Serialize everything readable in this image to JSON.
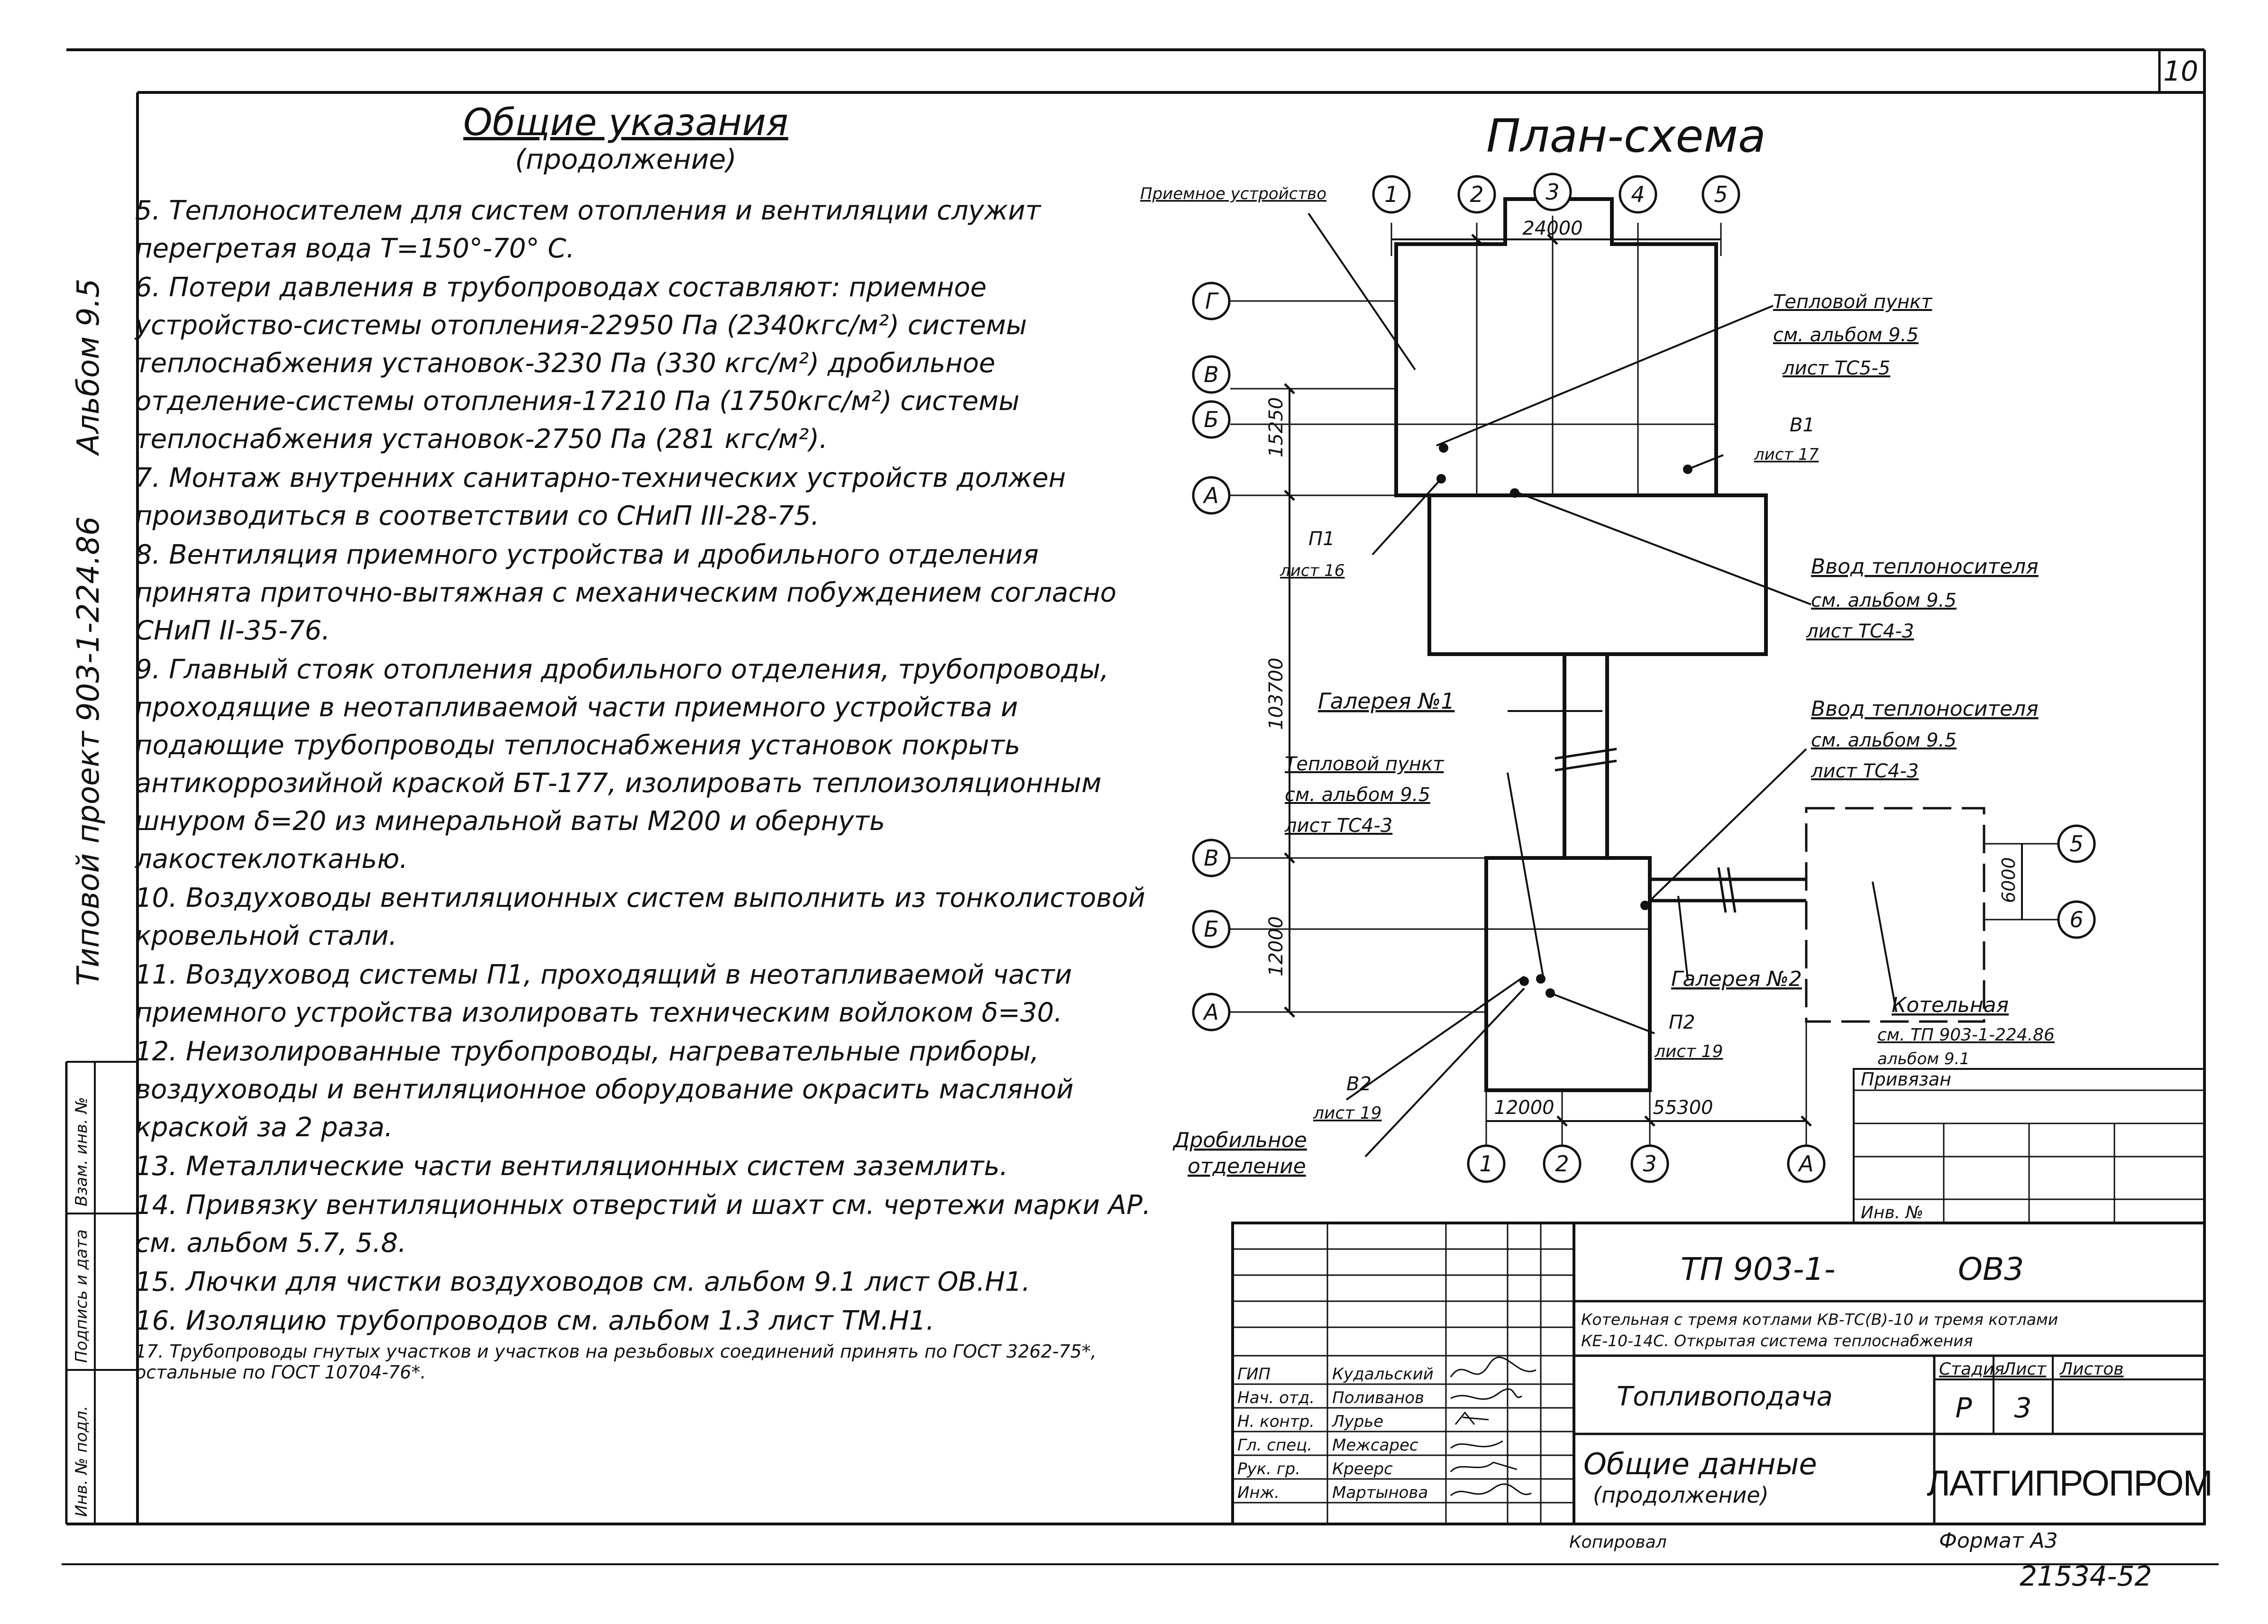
{
  "sheet": {
    "number": "10",
    "side_title": {
      "project": "Типовой проект 903-1-224.86",
      "album": "Альбом 9.5"
    },
    "stamp_cells": [
      "Инв. № подл.",
      "Подпись и дата",
      "Взам. инв. №"
    ]
  },
  "notes": {
    "title": "Общие указания",
    "subtitle": "(продолжение)",
    "items": [
      "5. Теплоносителем для систем отопления и вентиляции служит перегретая вода Т=150°-70° С.",
      "6. Потери давления в трубопроводах составляют: приемное устройство-системы отопления-22950 Па (2340кгс/м²) системы теплоснабжения установок-3230 Па (330 кгс/м²) дробильное отделение-системы отопления-17210 Па (1750кгс/м²) системы теплоснабжения установок-2750 Па (281 кгс/м²).",
      "7. Монтаж внутренних санитарно-технических устройств должен производиться в соответствии со СНиП III-28-75.",
      "8. Вентиляция приемного устройства и дробильного отделения принята приточно-вытяжная с механическим побуждением согласно СНиП II-35-76.",
      "9. Главный стояк отопления дробильного отделения, трубопроводы, проходящие в неотапливаемой части приемного устройства и подающие трубопроводы теплоснабжения установок покрыть антикоррозийной краской БТ-177, изолировать теплоизоляционным шнуром δ=20 из минеральной ваты М200 и обернуть лакостеклотканью.",
      "10. Воздуховоды вентиляционных систем выполнить из тонколистовой кровельной стали.",
      "11. Воздуховод системы П1, проходящий в неотапливаемой части приемного устройства изолировать техническим войлоком δ=30.",
      "12. Неизолированные трубопроводы, нагревательные приборы, воздуховоды и вентиляционное оборудование окрасить масляной краской за 2 раза.",
      "13. Металлические части вентиляционных систем заземлить.",
      "14. Привязку вентиляционных отверстий и шахт см. чертежи марки АР. см. альбом 5.7, 5.8.",
      "15. Лючки для чистки воздуховодов см. альбом 9.1 лист ОВ.Н1.",
      "16. Изоляцию трубопроводов см. альбом 1.3 лист ТМ.Н1.",
      "17. Трубопроводы гнутых участков и участков на резьбовых соединений принять по ГОСТ 3262-75*, остальные по ГОСТ 10704-76*."
    ]
  },
  "plan": {
    "title": "План-схема",
    "axes_top": [
      "1",
      "2",
      "3",
      "4",
      "5"
    ],
    "axes_left_upper": [
      "Г",
      "В",
      "Б",
      "А"
    ],
    "axes_left_lower": [
      "В",
      "Б",
      "А"
    ],
    "axes_bottom": [
      "1",
      "2",
      "3",
      "А"
    ],
    "axes_right": [
      "5",
      "6"
    ],
    "dims": {
      "top": "24000",
      "left_upper": "15250",
      "left_middle": "103700",
      "left_lower": "12000",
      "bottom_1": "12000",
      "bottom_2": "55300",
      "right": "6000"
    },
    "labels": {
      "priemnoe": "Приемное устройство",
      "tp_upper": [
        "Тепловой пункт",
        "см. альбом 9.5",
        "лист ТС5-5"
      ],
      "v1": [
        "В1",
        "лист 17"
      ],
      "p1": [
        "П1",
        "лист 16"
      ],
      "vvod_upper": [
        "Ввод теплоносителя",
        "см. альбом 9.5",
        "лист ТС4-3"
      ],
      "gallery1": "Галерея №1",
      "vvod_lower": [
        "Ввод теплоносителя",
        "см. альбом 9.5",
        "лист ТС4-3"
      ],
      "tp_lower": [
        "Тепловой пункт",
        "см. альбом 9.5",
        "лист ТС4-3"
      ],
      "gallery2": "Галерея №2",
      "p2": [
        "П2",
        "лист 19"
      ],
      "kotelnaya": [
        "Котельная",
        "см. ТП 903-1-224.86",
        "альбом 9.1"
      ],
      "v2": [
        "В2",
        "лист 19"
      ],
      "drobilnoe": [
        "Дробильное",
        "отделение"
      ]
    }
  },
  "privyazan": {
    "label": "Привязан",
    "inv": "Инв. №"
  },
  "title_block": {
    "code": "ТП 903-1-",
    "mark": "ОВ3",
    "description": "Котельная с тремя котлами КВ-ТС(В)-10 и тремя котлами КЕ-10-14С. Открытая система теплоснабжения",
    "section": "Топливоподача",
    "sheet_name": "Общие данные",
    "sheet_name_sub": "(продолжение)",
    "headers": {
      "stage": "Стадия",
      "sheet": "Лист",
      "sheets": "Листов"
    },
    "stage": "Р",
    "sheet": "3",
    "org": "ЛАТГИПРОПРОМ",
    "signatures": [
      {
        "role": "ГИП",
        "name": "Кудальский"
      },
      {
        "role": "Нач. отд.",
        "name": "Поливанов"
      },
      {
        "role": "Н. контр.",
        "name": "Лурье"
      },
      {
        "role": "Гл. спец.",
        "name": "Межсарес"
      },
      {
        "role": "Рук. гр.",
        "name": "Креерс"
      },
      {
        "role": "Инж.",
        "name": "Мартынова"
      }
    ]
  },
  "footer": {
    "copied": "Копировал",
    "format": "Формат А3",
    "number": "21534-52"
  }
}
